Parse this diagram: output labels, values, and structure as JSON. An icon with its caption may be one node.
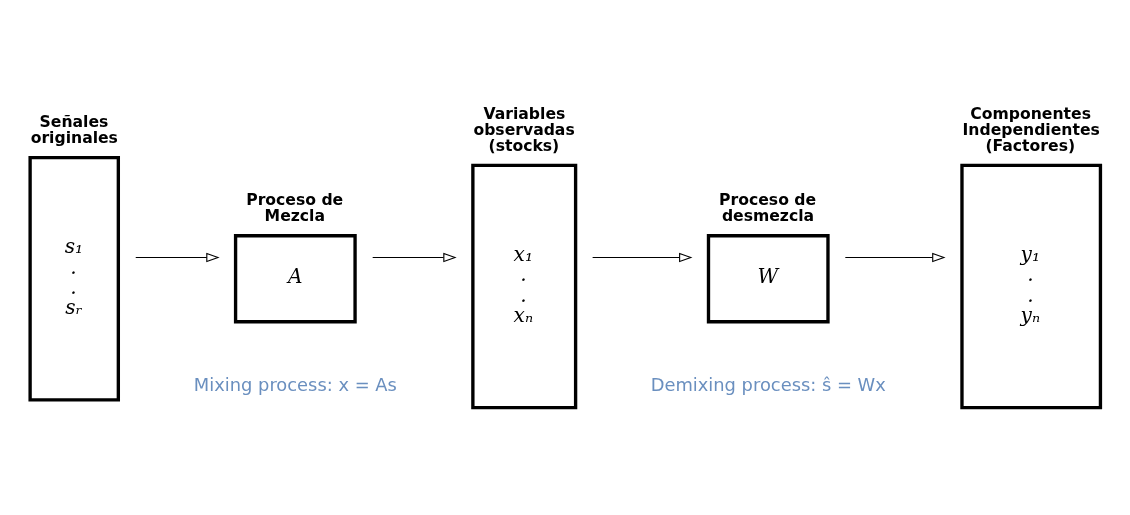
{
  "diagram": {
    "nodes": [
      {
        "text": [
          "Señales originales",
          "s₁",
          ".",
          ".",
          "sᵣ"
        ]
      },
      {
        "text": [
          "Proceso de Mezcla",
          "A"
        ]
      },
      {
        "text": [
          "Variables observadas (stocks)",
          "x₁",
          ".",
          ".",
          "xₙ"
        ]
      },
      {
        "text": [
          "Proceso de desmezcla",
          "W"
        ]
      },
      {
        "text": [
          "Componentes Independientes (Factores)",
          "y₁",
          ".",
          ".",
          "yₙ"
        ]
      }
    ],
    "edges": [
      {
        "from": 0,
        "to": 1,
        "arrow": "to"
      },
      {
        "from": 1,
        "to": 2,
        "arrow": "to"
      },
      {
        "from": 2,
        "to": 3,
        "arrow": "to"
      },
      {
        "from": 3,
        "to": 4,
        "arrow": "to"
      }
    ],
    "labels": [
      "Mixing process: x = As",
      "Demixing process: ŝ = Wx"
    ]
  }
}
